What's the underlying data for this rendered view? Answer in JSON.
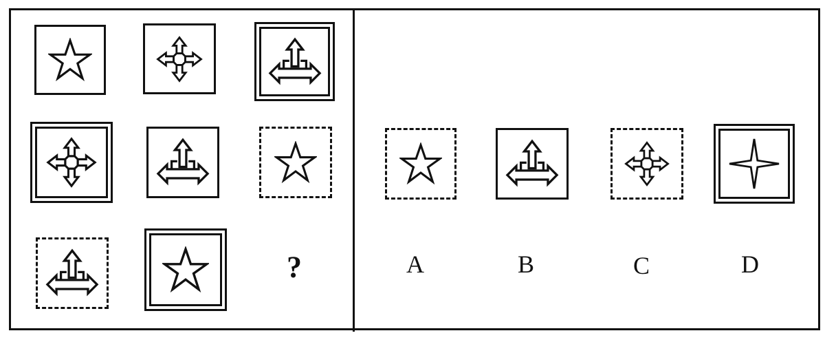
{
  "puzzle": {
    "question_mark": "?",
    "grid": [
      {
        "frame": "single",
        "symbol": "star-icon"
      },
      {
        "frame": "single",
        "symbol": "four-arrow-cross-icon"
      },
      {
        "frame": "double",
        "symbol": "three-arrow-icon"
      },
      {
        "frame": "double",
        "symbol": "four-arrow-cross-icon"
      },
      {
        "frame": "single",
        "symbol": "three-arrow-icon"
      },
      {
        "frame": "dashed",
        "symbol": "star-icon"
      },
      {
        "frame": "dashed",
        "symbol": "three-arrow-icon"
      },
      {
        "frame": "double",
        "symbol": "star-icon"
      },
      {
        "frame": "none",
        "symbol": "question-mark"
      }
    ]
  },
  "options": [
    {
      "label": "A",
      "frame": "dashed",
      "symbol": "star-icon"
    },
    {
      "label": "B",
      "frame": "single",
      "symbol": "three-arrow-icon"
    },
    {
      "label": "C",
      "frame": "dashed",
      "symbol": "four-arrow-cross-icon"
    },
    {
      "label": "D",
      "frame": "double",
      "symbol": "four-point-star-icon"
    }
  ]
}
